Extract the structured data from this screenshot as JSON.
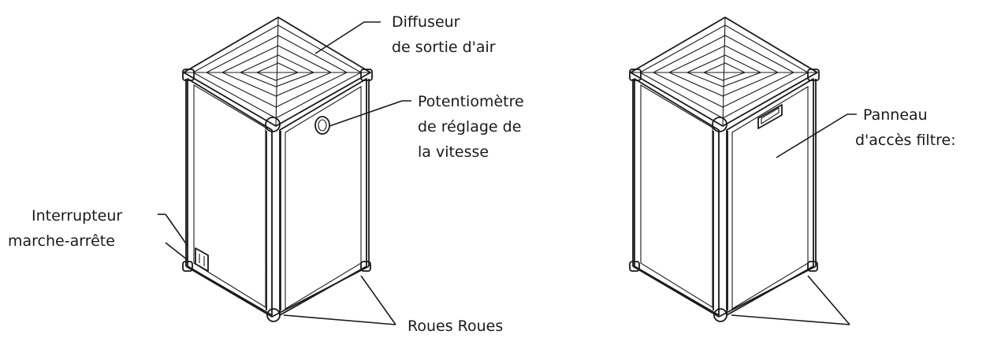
{
  "labels": {
    "diffuser_line1": "Diffuseur",
    "diffuser_line2": "de sortie d'air",
    "potentiometer_line1": "Potentiomètre",
    "potentiometer_line2": "de réglage de",
    "potentiometer_line3": "la vitesse",
    "switch_line1": "Interrupteur",
    "switch_line2": "marche-arrête",
    "panel_line1": "Panneau",
    "panel_line2": "d'accès filtre:",
    "wheels": "Roues Roues"
  }
}
